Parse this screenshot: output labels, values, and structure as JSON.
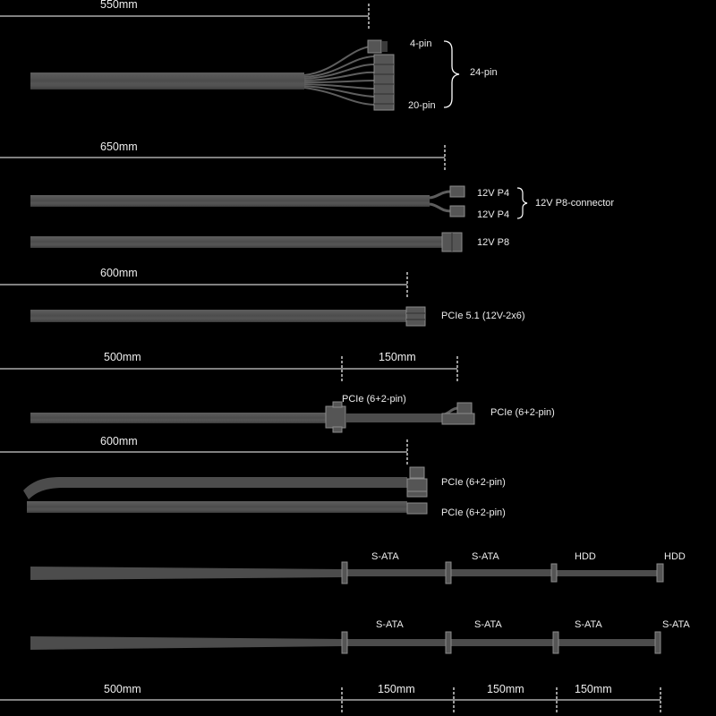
{
  "colors": {
    "background": "#000000",
    "cable": "#4c4c4c",
    "text": "#ededed"
  },
  "measures": {
    "m1": "550mm",
    "m2": "650mm",
    "m3": "600mm",
    "m4a": "500mm",
    "m4b": "150mm",
    "m5": "600mm",
    "m6a": "500mm",
    "m6b": "150mm",
    "m6c": "150mm",
    "m6d": "150mm"
  },
  "labels": {
    "atx_4pin": "4-pin",
    "atx_20pin": "20-pin",
    "atx_24pin": "24-pin",
    "p4_a": "12V P4",
    "p4_b": "12V P4",
    "p8_group": "12V P8-connector",
    "p8": "12V P8",
    "pcie51": "PCIe 5.1 (12V-2x6)",
    "pcie_mid": "PCIe (6+2-pin)",
    "pcie_end": "PCIe (6+2-pin)",
    "pcie_split_top": "PCIe (6+2-pin)",
    "pcie_split_bottom": "PCIe (6+2-pin)",
    "sata_a1": "S-ATA",
    "sata_a2": "S-ATA",
    "hdd_a3": "HDD",
    "hdd_a4": "HDD",
    "sata_b1": "S-ATA",
    "sata_b2": "S-ATA",
    "sata_b3": "S-ATA",
    "sata_b4": "S-ATA"
  }
}
